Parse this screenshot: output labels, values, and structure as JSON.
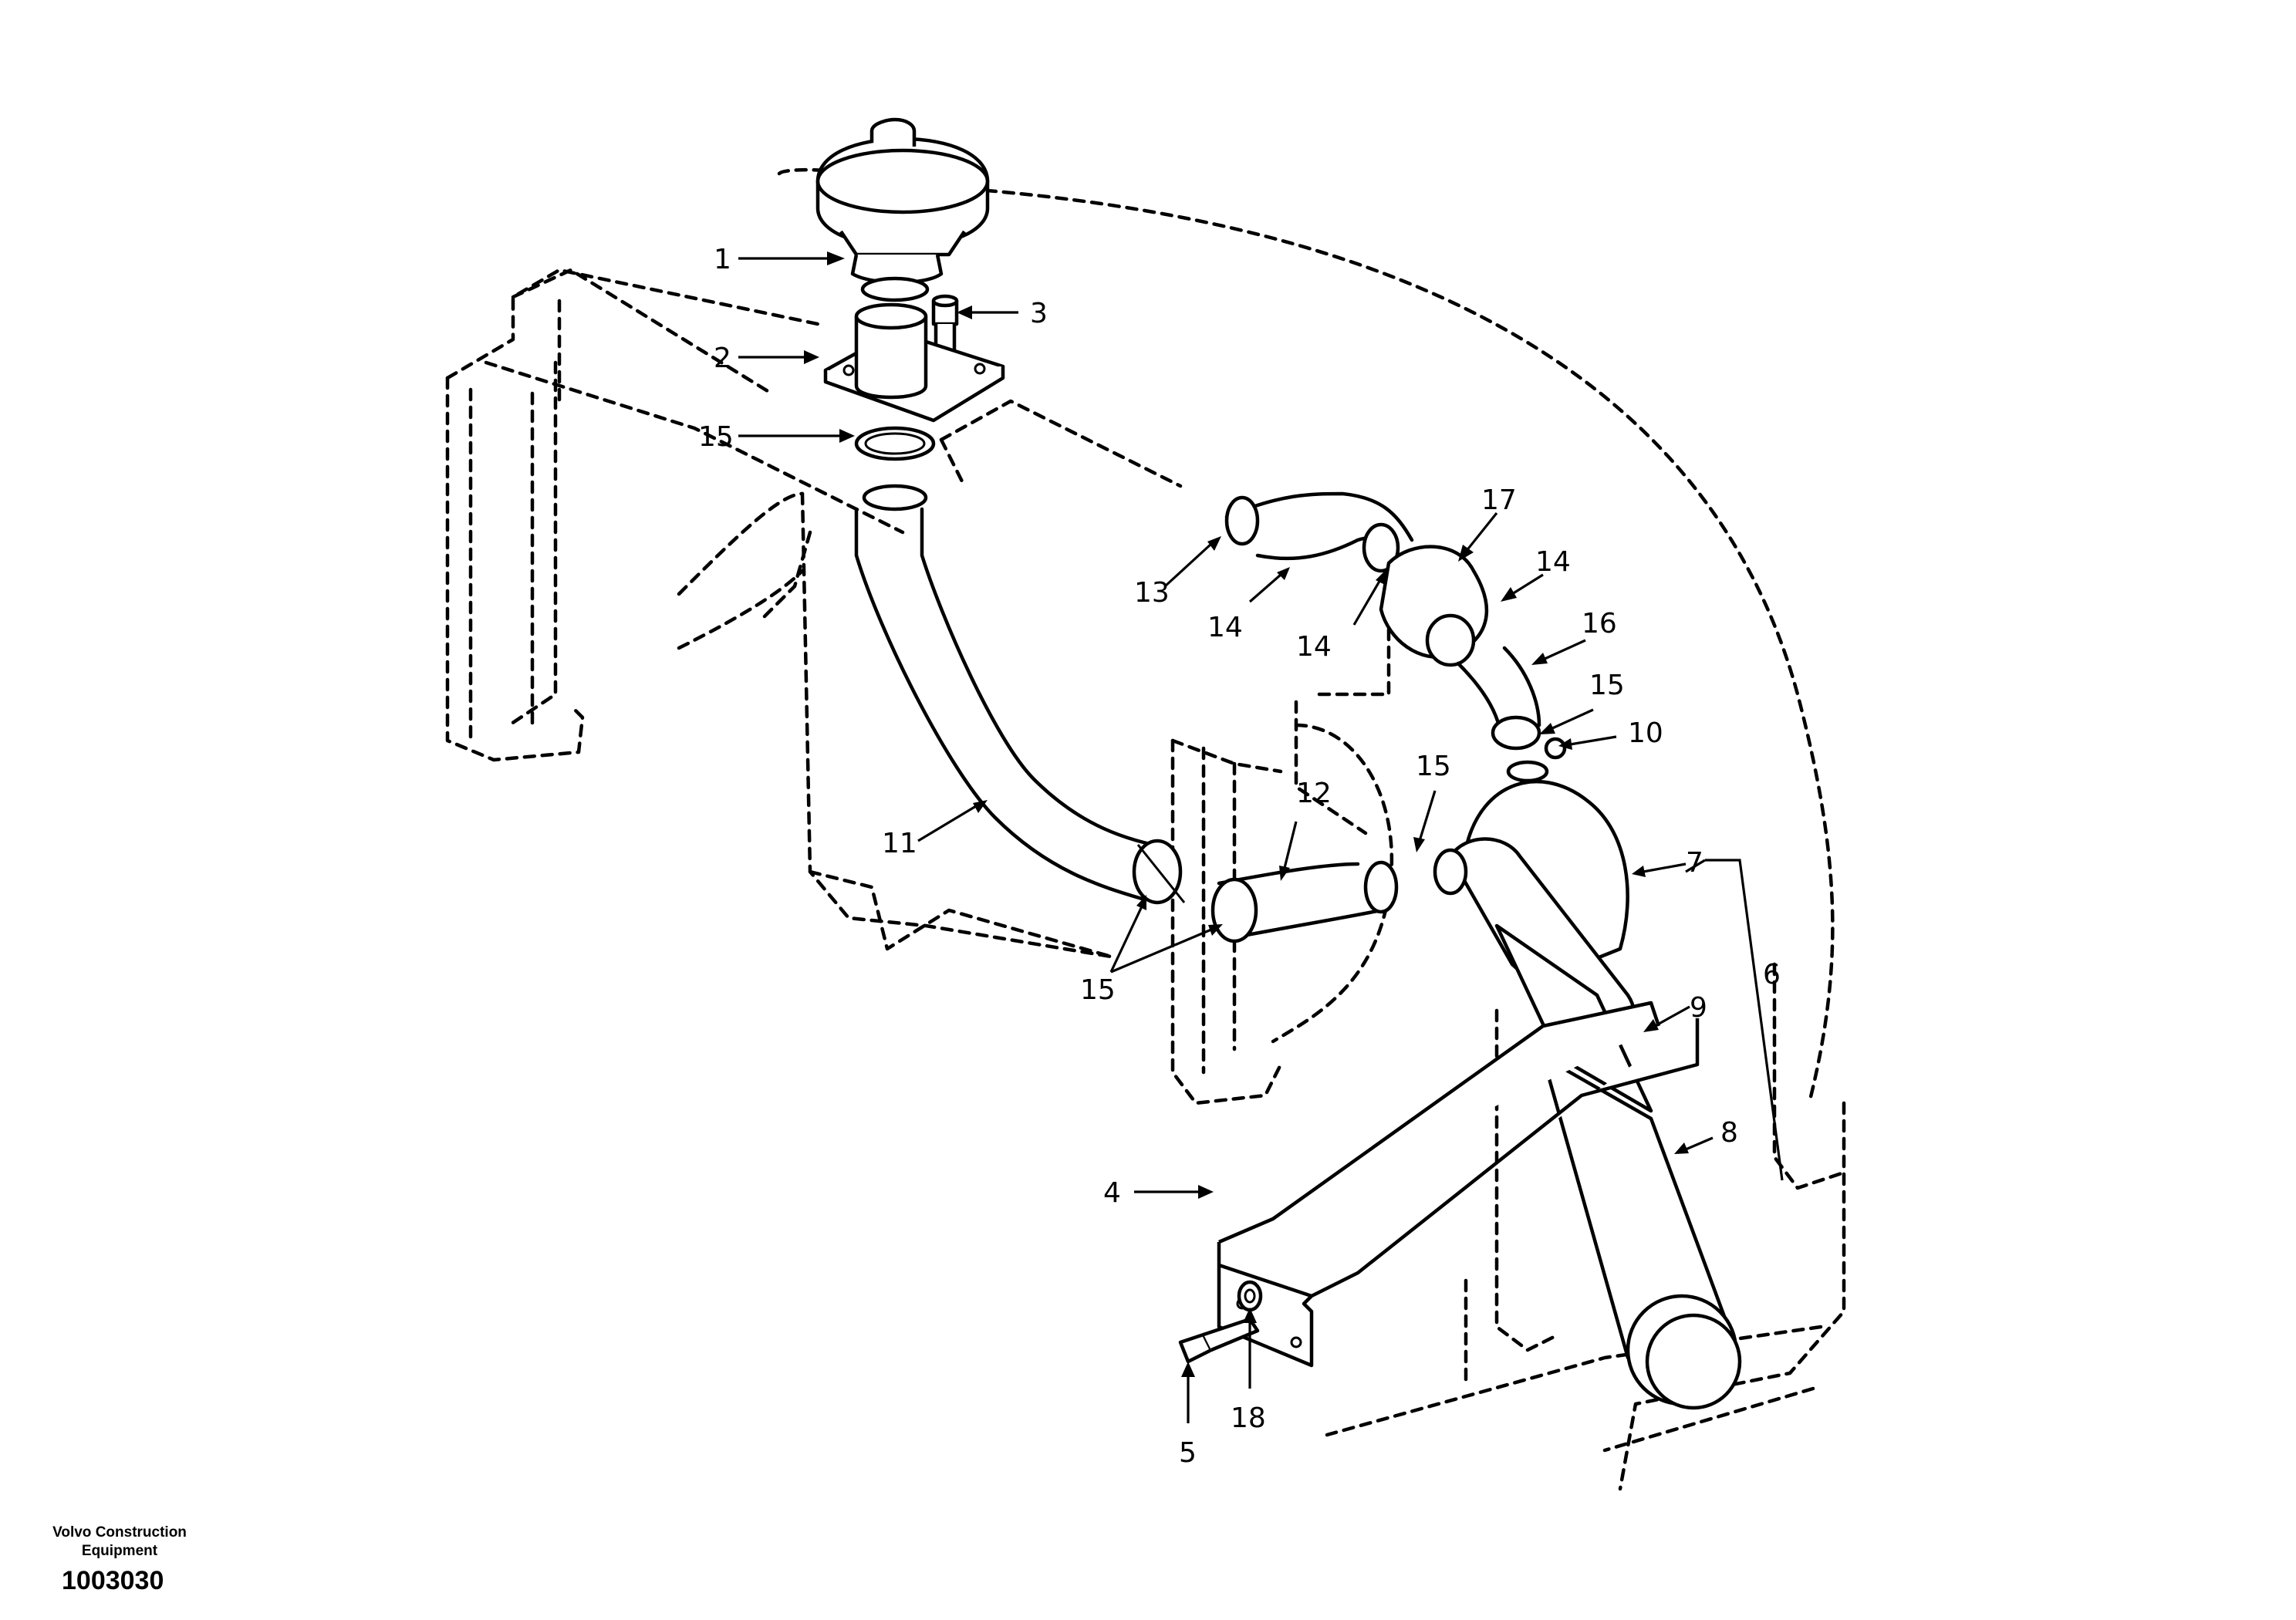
{
  "footer": {
    "company_line1": "Volvo Construction",
    "company_line2": "Equipment",
    "document_number": "1003030"
  },
  "callouts": [
    {
      "id": "c1",
      "label": "1"
    },
    {
      "id": "c3",
      "label": "3"
    },
    {
      "id": "c2",
      "label": "2"
    },
    {
      "id": "c15a",
      "label": "15"
    },
    {
      "id": "c17",
      "label": "17"
    },
    {
      "id": "c14a",
      "label": "14"
    },
    {
      "id": "c13",
      "label": "13"
    },
    {
      "id": "c14b",
      "label": "14"
    },
    {
      "id": "c14c",
      "label": "14"
    },
    {
      "id": "c16",
      "label": "16"
    },
    {
      "id": "c15b",
      "label": "15"
    },
    {
      "id": "c10",
      "label": "10"
    },
    {
      "id": "c15c",
      "label": "15"
    },
    {
      "id": "c12",
      "label": "12"
    },
    {
      "id": "c11",
      "label": "11"
    },
    {
      "id": "c15d",
      "label": "15"
    },
    {
      "id": "c7",
      "label": "7"
    },
    {
      "id": "c6",
      "label": "6"
    },
    {
      "id": "c9",
      "label": "9"
    },
    {
      "id": "c8",
      "label": "8"
    },
    {
      "id": "c4",
      "label": "4"
    },
    {
      "id": "c5",
      "label": "5"
    },
    {
      "id": "c18",
      "label": "18"
    }
  ]
}
